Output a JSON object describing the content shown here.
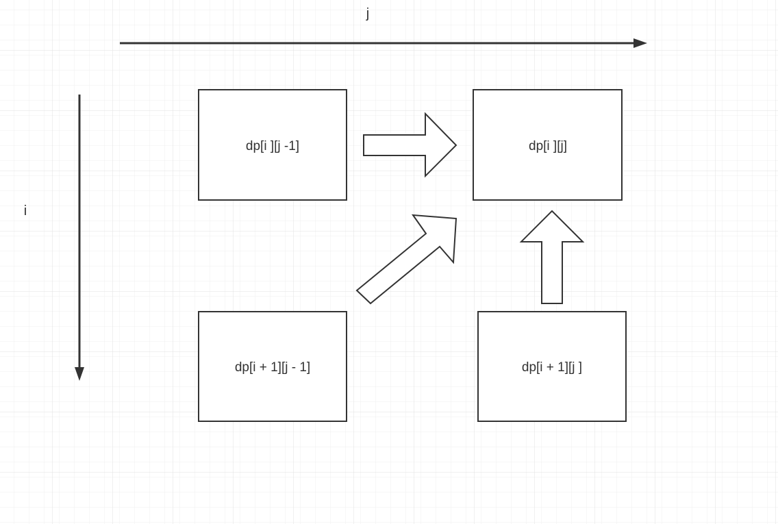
{
  "axes": {
    "j_label": "j",
    "i_label": "i"
  },
  "cells": {
    "left": "dp[i ][j -1]",
    "target": "dp[i ][j]",
    "bottom_left": "dp[i + 1][j - 1]",
    "bottom": "dp[i + 1][j ]"
  },
  "colors": {
    "stroke": "#333333",
    "grid_minor": "#f0f0f0",
    "grid_major": "#e2e2e2",
    "background": "#ffffff"
  }
}
